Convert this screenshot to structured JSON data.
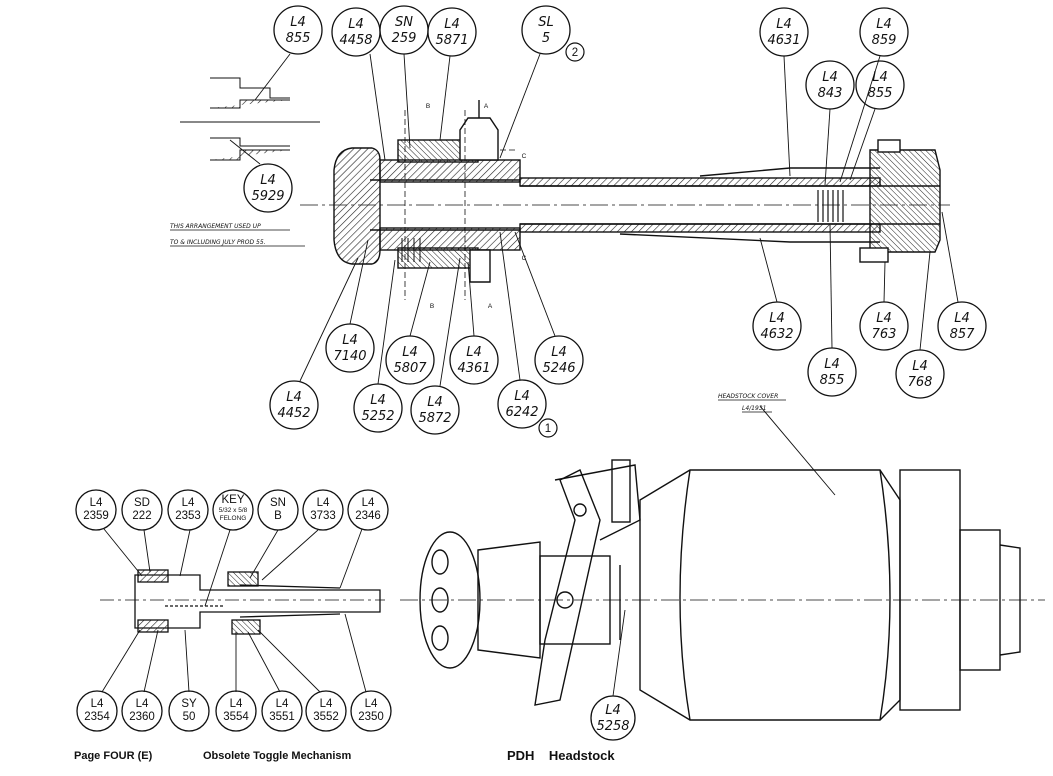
{
  "upper_callouts": [
    {
      "l1": "L4",
      "l2": "855"
    },
    {
      "l1": "L4",
      "l2": "4458"
    },
    {
      "l1": "SN",
      "l2": "259"
    },
    {
      "l1": "L4",
      "l2": "5871"
    },
    {
      "l1": "SL",
      "l2": "5"
    },
    {
      "l1": "L4",
      "l2": "4631"
    },
    {
      "l1": "L4",
      "l2": "859"
    },
    {
      "l1": "L4",
      "l2": "843"
    },
    {
      "l1": "L4",
      "l2": "855"
    },
    {
      "l1": "L4",
      "l2": "5929"
    },
    {
      "l1": "L4",
      "l2": "7140"
    },
    {
      "l1": "L4",
      "l2": "4452"
    },
    {
      "l1": "L4",
      "l2": "5252"
    },
    {
      "l1": "L4",
      "l2": "5807"
    },
    {
      "l1": "L4",
      "l2": "5872"
    },
    {
      "l1": "L4",
      "l2": "4361"
    },
    {
      "l1": "L4",
      "l2": "6242"
    },
    {
      "l1": "L4",
      "l2": "5246"
    },
    {
      "l1": "L4",
      "l2": "4632"
    },
    {
      "l1": "L4",
      "l2": "855"
    },
    {
      "l1": "L4",
      "l2": "763"
    },
    {
      "l1": "L4",
      "l2": "768"
    },
    {
      "l1": "L4",
      "l2": "857"
    }
  ],
  "small_callouts": [
    {
      "text": "2"
    },
    {
      "text": "1"
    }
  ],
  "lower_callouts_top": [
    {
      "l1": "L4",
      "l2": "2359"
    },
    {
      "l1": "SD",
      "l2": "222"
    },
    {
      "l1": "L4",
      "l2": "2353"
    },
    {
      "l1": "KEY",
      "l2": "5/32 x 5/8",
      "l3": "FELONG"
    },
    {
      "l1": "SN",
      "l2": "B"
    },
    {
      "l1": "L4",
      "l2": "3733"
    },
    {
      "l1": "L4",
      "l2": "2346"
    }
  ],
  "lower_callouts_bottom": [
    {
      "l1": "L4",
      "l2": "2354"
    },
    {
      "l1": "L4",
      "l2": "2360"
    },
    {
      "l1": "SY",
      "l2": "50"
    },
    {
      "l1": "L4",
      "l2": "3554"
    },
    {
      "l1": "L4",
      "l2": "3551"
    },
    {
      "l1": "L4",
      "l2": "3552"
    },
    {
      "l1": "L4",
      "l2": "2350"
    }
  ],
  "headstock_callout": {
    "l1": "L4",
    "l2": "5258"
  },
  "notes": {
    "arrangement_line1": "THIS ARRANGEMENT USED UP",
    "arrangement_line2": "TO & INCLUDING JULY PROD 55.",
    "cover_line1": "HEADSTOCK COVER",
    "cover_line2": "L4/1931"
  },
  "section_marks": {
    "a": "A",
    "b": "B",
    "c": "C"
  },
  "footer": {
    "page": "Page FOUR (E)",
    "toggle_title": "Obsolete Toggle Mechanism",
    "headstock_title": "PDH    Headstock"
  }
}
